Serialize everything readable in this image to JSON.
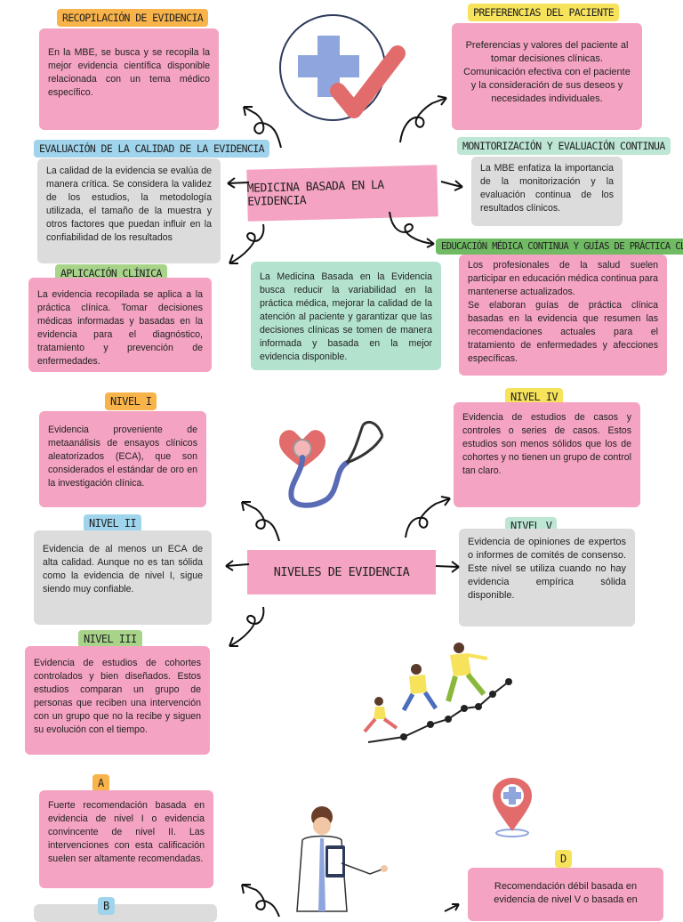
{
  "section1": {
    "central_title": "Medicina basada en la evidencia",
    "central_description": "La Medicina Basada en la Evidencia busca reducir la variabilidad en la práctica médica, mejorar la calidad de la atención al paciente y garantizar que las decisiones clínicas se tomen de manera informada y basada en la mejor evidencia disponible.",
    "recopilacion": {
      "title": "Recopilación de evidencia",
      "text": "En la MBE, se busca y se recopila la mejor evidencia científica disponible relacionada con un tema médico específico."
    },
    "preferencias": {
      "title": "Preferencias del paciente",
      "text": "Preferencias y valores del paciente al tomar decisiones clínicas. Comunicación efectiva con el paciente y la consideración de sus deseos y necesidades individuales."
    },
    "evaluacion": {
      "title": "Evaluación de la calidad de la evidencia",
      "text": "La calidad de la evidencia se evalúa de manera crítica. Se considera la validez de los estudios, la metodología utilizada, el tamaño de la muestra y otros factores que puedan influir en la confiabilidad de los resultados"
    },
    "monitorizacion": {
      "title": "Monitorización y evaluación continua",
      "text": "La MBE enfatiza la importancia de la monitorización y la evaluación continua de los resultados clínicos."
    },
    "aplicacion": {
      "title": "Aplicación clínica",
      "text": "La evidencia recopilada se aplica a la práctica clínica. Tomar decisiones médicas informadas y basadas en la evidencia para el diagnóstico, tratamiento y prevención de enfermedades."
    },
    "educacion": {
      "title": "Educación médica continua y guías de práctica clínica",
      "text1": "Los profesionales de la salud suelen participar en educación médica continua para mantenerse actualizados.",
      "text2": "Se elaboran guías de práctica clínica basadas en la evidencia que resumen las recomendaciones actuales para el tratamiento de enfermedades y afecciones específicas."
    }
  },
  "section2": {
    "central_title": "Niveles de evidencia",
    "nivel1": {
      "title": "Nivel I",
      "text": "Evidencia proveniente de metaanálisis de ensayos clínicos aleatorizados (ECA), que son considerados el estándar de oro en la investigación clínica."
    },
    "nivel2": {
      "title": "Nivel II",
      "text": "Evidencia de al menos un ECA de alta calidad. Aunque no es tan sólida como la evidencia de nivel I, sigue siendo muy confiable."
    },
    "nivel3": {
      "title": "Nivel III",
      "text": "Evidencia de estudios de cohortes controlados y bien diseñados. Estos estudios comparan un grupo de personas que reciben una intervención con un grupo que no la recibe y siguen su evolución con el tiempo."
    },
    "nivel4": {
      "title": "Nivel IV",
      "text": "Evidencia de estudios de casos y controles o series de casos. Estos estudios son menos sólidos que los de cohortes y no tienen un grupo de control tan claro."
    },
    "nivel5": {
      "title": "Nivel V",
      "text": "Evidencia de opiniones de expertos o informes de comités de consenso. Este nivel se utiliza cuando no hay evidencia empírica sólida disponible."
    }
  },
  "section3": {
    "gradeA": {
      "title": "A",
      "text": "Fuerte recomendación basada en evidencia de nivel I o evidencia convincente de nivel II. Las intervenciones con esta calificación suelen ser altamente recomendadas."
    },
    "gradeB": {
      "title": "B"
    },
    "gradeD": {
      "title": "D",
      "text": "Recomendación débil basada en evidencia de nivel V o basada en"
    }
  },
  "colors": {
    "pink": "#f4a3c2",
    "gray": "#dcdcdc",
    "mint": "#b3e3cf",
    "orange": "#f8b34a",
    "yellow": "#f7e25c",
    "blue": "#9fd4ec",
    "green": "#a8d48a",
    "icon_blue": "#8ea6dd",
    "icon_red": "#e26b6b"
  },
  "icons": [
    "medical-cross-check-icon",
    "heart-stethoscope-icon",
    "people-climbing-chart-icon",
    "doctor-clipboard-icon",
    "location-pin-cross-icon",
    "curly-arrow-icon"
  ]
}
